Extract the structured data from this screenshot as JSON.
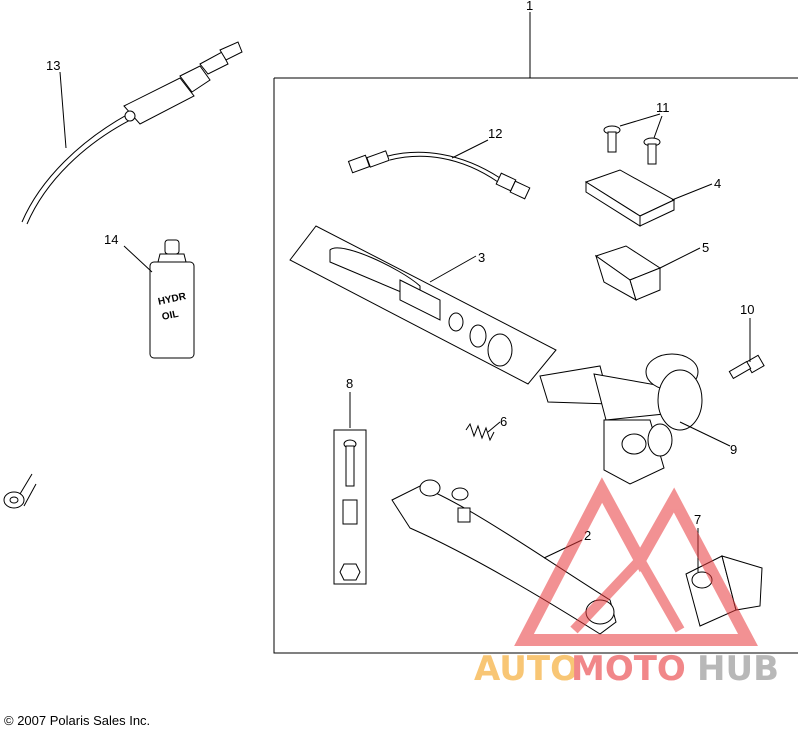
{
  "callouts": {
    "c1": "1",
    "c2": "2",
    "c3": "3",
    "c4": "4",
    "c5": "5",
    "c6": "6",
    "c7": "7",
    "c8": "8",
    "c9": "9",
    "c10": "10",
    "c11": "11",
    "c12": "12",
    "c13": "13",
    "c14": "14"
  },
  "bottle_label": {
    "line1": "HYDR",
    "line2": "OIL"
  },
  "copyright": "© 2007 Polaris Sales Inc.",
  "watermark": {
    "auto": "AUTO",
    "moto": "MOTO",
    "hub": "HUB"
  },
  "colors": {
    "watermark_red": "#e8393b",
    "watermark_orange": "#f5a11a",
    "watermark_gray": "#8a8a8a"
  }
}
